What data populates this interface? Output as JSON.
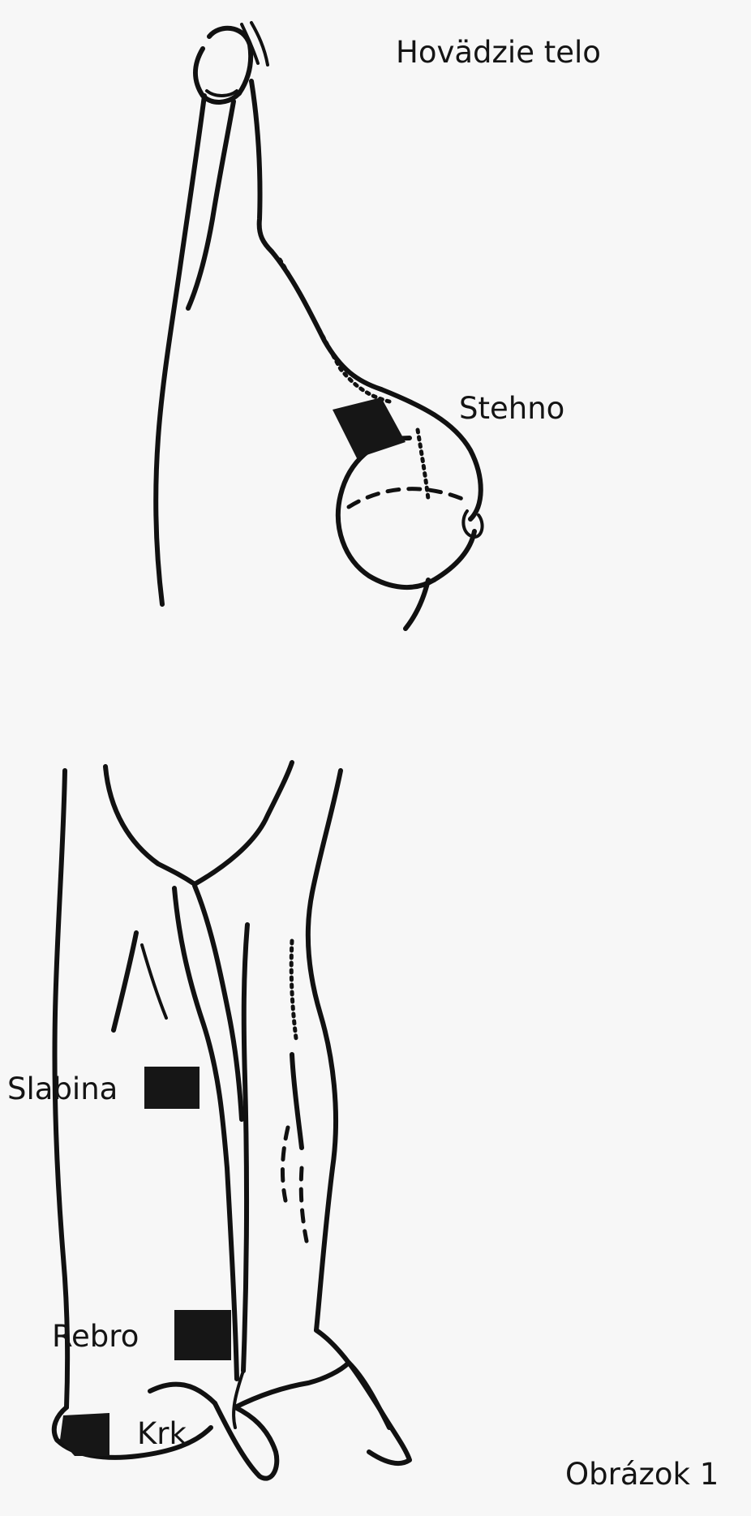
{
  "title": "Hovädzie telo",
  "caption": "Obrázok 1",
  "labels": {
    "stehno": "Stehno",
    "slabina": "Slabina",
    "rebro": "Rebro",
    "krk": "Krk"
  }
}
